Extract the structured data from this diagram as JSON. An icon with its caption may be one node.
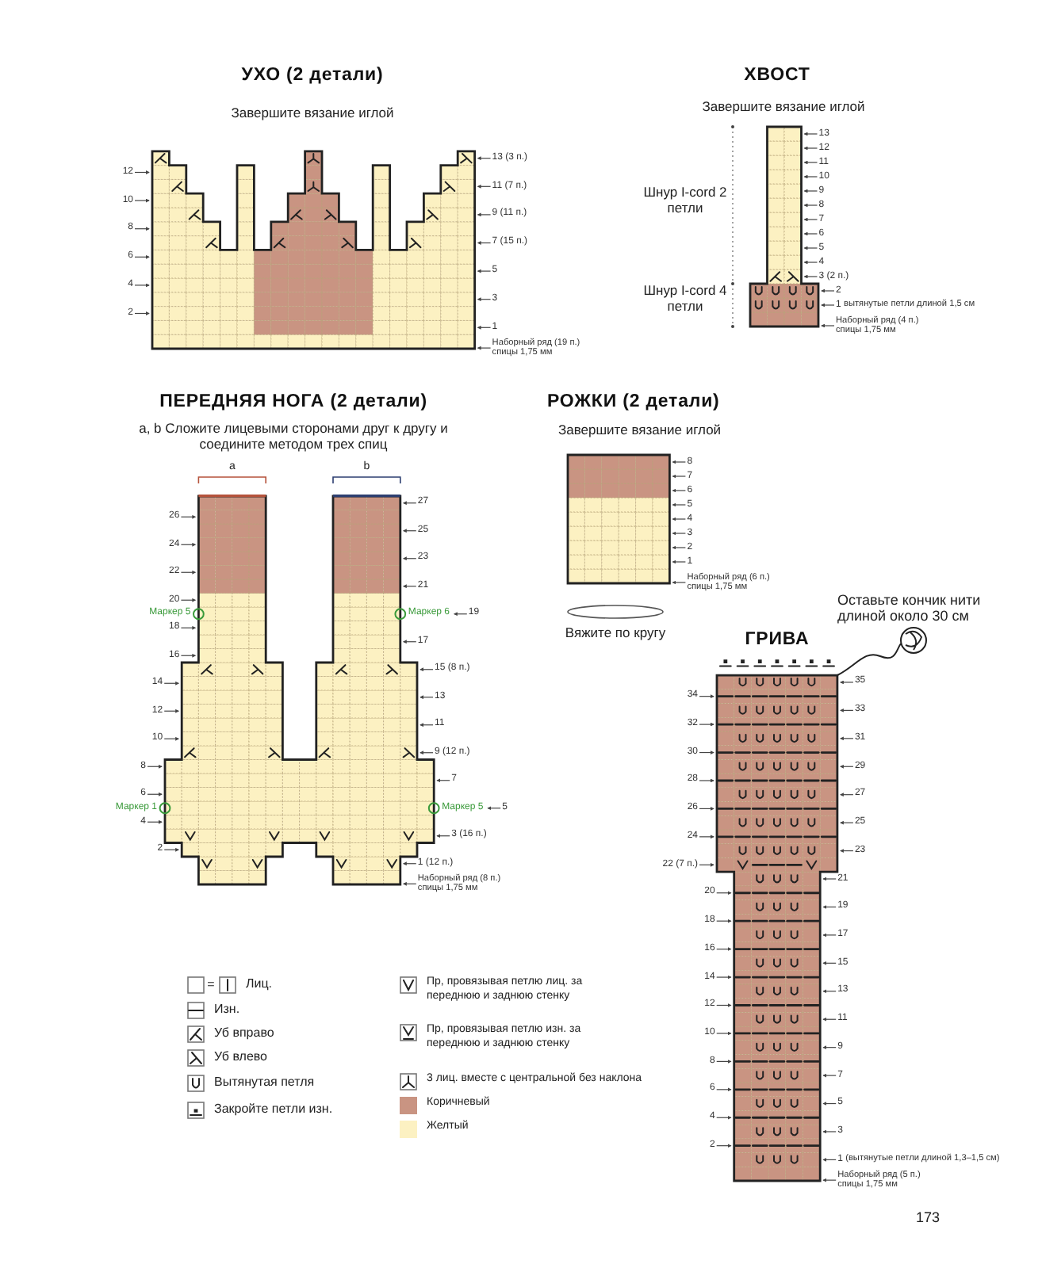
{
  "diagram": {
    "labels": [
      "УХО (2 детали)",
      "Завершите вязание иглой",
      "12",
      "10",
      "8",
      "6",
      "4",
      "2",
      "13 (3 п.)",
      "11 (7 п.)",
      "9 (11 п.)",
      "7 (15 п.)",
      "5",
      "3",
      "1",
      "Наборный ряд (19 п.) спицы 1,75 мм",
      "ХВОСТ",
      "Завершите вязание иглой",
      "Шнур I-cord 2 петли",
      "Шнур I-cord 4 петли",
      "13",
      "12",
      "11",
      "10",
      "9",
      "8",
      "7",
      "6",
      "5",
      "4",
      "3 (2 п.)",
      "2",
      "1",
      "вытянутые петли длиной 1,5 см",
      "Наборный ряд (4 п.) спицы 1,75 мм",
      "ПЕРЕДНЯЯ НОГА (2 детали)",
      "a, b Сложите лицевыми сторонами друг к другу и соедините методом трех спиц",
      "a",
      "b",
      "26",
      "24",
      "22",
      "20",
      "Маркер 5",
      "18",
      "16",
      "14",
      "12",
      "10",
      "8",
      "6",
      "Маркер 1",
      "4",
      "2",
      "27",
      "25",
      "23",
      "21",
      "Маркер 6",
      "19",
      "17",
      "15 (8 п.)",
      "13",
      "11",
      "9 (12 п.)",
      "7",
      "Маркер 5",
      "5",
      "3 (16 п.)",
      "1 (12 п.)",
      "Наборный ряд (8 п.) спицы 1,75 мм",
      "РОЖКИ (2 детали)",
      "Завершите вязание иглой",
      "8",
      "7",
      "6",
      "5",
      "4",
      "3",
      "2",
      "1",
      "Наборный ряд (6 п.) спицы 1,75 мм",
      "Вяжите по кругу",
      "Оставьте кончик нити длиной около 30 см",
      "ГРИВА",
      "34",
      "32",
      "30",
      "28",
      "26",
      "24",
      "22 (7 п.)",
      "20",
      "18",
      "16",
      "14",
      "12",
      "10",
      "8",
      "6",
      "4",
      "2",
      "35",
      "33",
      "31",
      "29",
      "27",
      "25",
      "23",
      "21",
      "19",
      "17",
      "15",
      "13",
      "11",
      "9",
      "7",
      "5",
      "3",
      "1",
      "(вытянутые петли длиной 1,3–1,5 см)",
      "Наборный ряд (5 п.) спицы 1,75 мм",
      "=",
      "173"
    ],
    "legend": [
      {
        "text": "Лиц."
      },
      {
        "text": "Изн."
      },
      {
        "text": "Уб вправо"
      },
      {
        "text": "Уб влево"
      },
      {
        "text": "Вытянутая петля"
      },
      {
        "text": "Закройте петли изн."
      },
      {
        "text": "Пр, провязывая петлю лиц. за переднюю и заднюю стенку"
      },
      {
        "text": "Пр, провязывая петлю изн. за переднюю и заднюю стенку"
      },
      {
        "text": "3 лиц. вместе с центральной без наклона"
      },
      {
        "text": "Коричневый",
        "color": "#c99482"
      },
      {
        "text": "Желтый",
        "color": "#fcf1c2"
      }
    ]
  }
}
